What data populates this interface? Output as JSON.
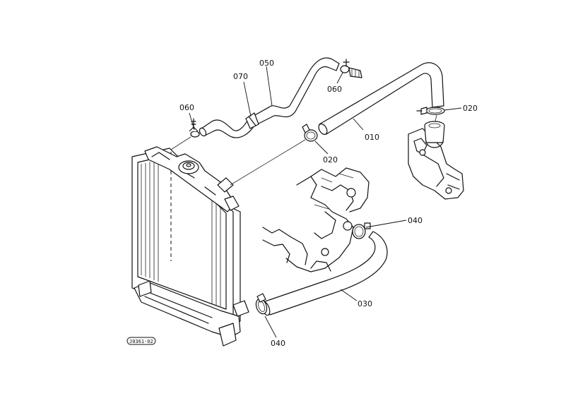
{
  "labels": {
    "p010": "010",
    "p020a": "020",
    "p020b": "020",
    "p030": "030",
    "p040a": "040",
    "p040b": "040",
    "p050": "050",
    "p060a": "060",
    "p060b": "060",
    "p070": "070"
  },
  "drawing_code": "J0361-02"
}
